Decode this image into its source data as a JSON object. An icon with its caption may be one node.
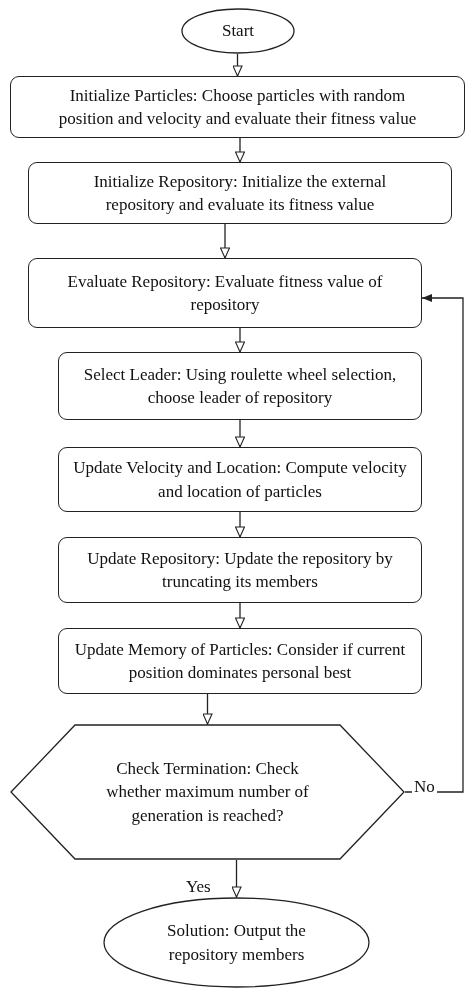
{
  "diagram": {
    "nodes": [
      {
        "text": [
          "Start"
        ]
      },
      {
        "text": [
          "Initialize Particles: Choose particles with random position and velocity and evaluate their fitness value"
        ]
      },
      {
        "text": [
          "Initialize Repository: Initialize the external repository and evaluate its fitness value"
        ]
      },
      {
        "text": [
          "Evaluate Repository: Evaluate fitness value of repository"
        ]
      },
      {
        "text": [
          "Select Leader: Using roulette wheel selection, choose leader of repository"
        ]
      },
      {
        "text": [
          "Update Velocity and Location: Compute velocity and location of particles"
        ]
      },
      {
        "text": [
          "Update Repository: Update the repository by truncating its members"
        ]
      },
      {
        "text": [
          "Update Memory of Particles: Consider if current position dominates personal best"
        ]
      },
      {
        "text": [
          "Check Termination: Check whether maximum number of generation is reached?"
        ]
      },
      {
        "text": [
          "Solution: Output the repository members"
        ]
      }
    ],
    "edges": [
      {
        "from": 0,
        "to": 1,
        "arrow": "to"
      },
      {
        "from": 1,
        "to": 2,
        "arrow": "to"
      },
      {
        "from": 2,
        "to": 3,
        "arrow": "to"
      },
      {
        "from": 3,
        "to": 4,
        "arrow": "to"
      },
      {
        "from": 4,
        "to": 5,
        "arrow": "to"
      },
      {
        "from": 5,
        "to": 6,
        "arrow": "to"
      },
      {
        "from": 6,
        "to": 7,
        "arrow": "to"
      },
      {
        "from": 7,
        "to": 8,
        "arrow": "to"
      },
      {
        "from": 8,
        "to": 9,
        "arrow": "to",
        "label": "Yes"
      },
      {
        "from": 8,
        "to": 3,
        "arrow": "to",
        "label": "No"
      }
    ]
  }
}
